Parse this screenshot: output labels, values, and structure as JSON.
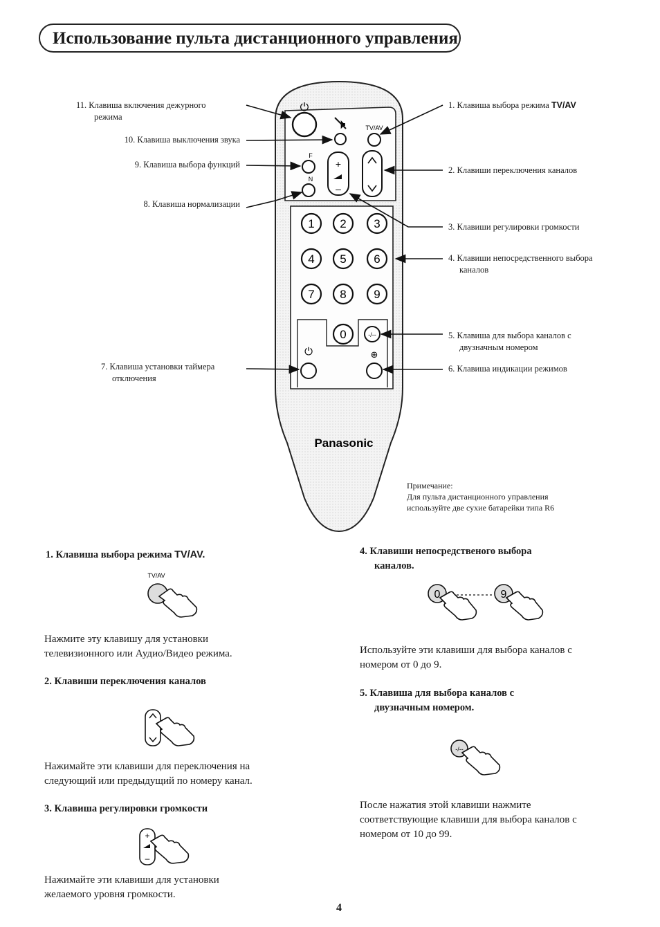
{
  "title": "Использование пульта дистанционного управления",
  "remote": {
    "brand": "Panasonic",
    "tvav_label": "TV/AV",
    "f_label": "F",
    "n_label": "N",
    "vol_plus": "+",
    "vol_minus": "–",
    "ch_up": "^",
    "ch_down": "v",
    "digits": [
      "1",
      "2",
      "3",
      "4",
      "5",
      "6",
      "7",
      "8",
      "9",
      "0"
    ],
    "two_digit_label": "-/--"
  },
  "callouts": {
    "c11": [
      "11. Клавиша включения дежурного",
      "режима"
    ],
    "c10": "10. Клавиша выключения звука",
    "c9": "9. Клавиша выбора функций",
    "c8": "8. Клавиша нормализации",
    "c7": [
      "7. Клавиша установки таймера",
      "отключения"
    ],
    "c1_prefix": "1. Клавиша выбора режима",
    "c1_suffix": "TV/AV",
    "c2": "2. Клавиши переключения каналов",
    "c3": "3. Клавиши регулировки громкости",
    "c4": [
      "4. Клавиши непосредственного выбора",
      "каналов"
    ],
    "c5": [
      "5. Клавиша для выбора каналов с",
      "двузначным номером"
    ],
    "c6": "6. Клавиша индикации режимов"
  },
  "note": [
    "Примечание:",
    "Для пульта дистанционного управления",
    "используйте две сухие батарейки типа R6"
  ],
  "sections": {
    "s1_heading_prefix": "1.   Клавиша выбора режима",
    "s1_heading_suffix": "TV/AV.",
    "s1_icon_label": "TV/AV",
    "s1_text": [
      "Нажмите эту клавишу для установки",
      "телевизионного или Аудио/Видео режима."
    ],
    "s2_heading": "2.  Клавиши переключения каналов",
    "s2_text": [
      "Нажимайте эти клавиши для переключения на",
      "следующий или предыдущий по номеру канал."
    ],
    "s3_heading": "3.  Клавиша регулировки громкости",
    "s3_text": [
      "Нажимайте эти клавиши для установки",
      "желаемого уровня громкости."
    ],
    "s4_heading": [
      "4.  Клавиши непосредственого выбора",
      "каналов."
    ],
    "s4_icon_from": "0",
    "s4_icon_to": "9",
    "s4_text": [
      "Используйте эти клавиши для выбора каналов с",
      "номером от 0 до 9."
    ],
    "s5_heading": [
      "5.  Клавиша для выбора каналов с",
      "двузначным номером."
    ],
    "s5_text": [
      "После нажатия этой клавиши нажмите",
      "соответствующие клавиши для выбора каналов с",
      "номером от 10 до 99."
    ]
  },
  "page_number": "4"
}
